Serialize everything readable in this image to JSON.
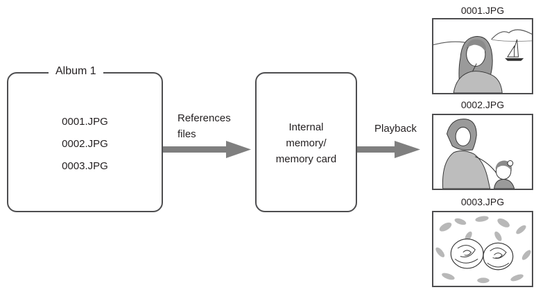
{
  "album": {
    "title": "Album 1",
    "files": [
      "0001.JPG",
      "0002.JPG",
      "0003.JPG"
    ]
  },
  "arrow_references": {
    "line1": "References",
    "line2": "files"
  },
  "memory": {
    "line1": "Internal",
    "line2": "memory/",
    "line3": "memory card"
  },
  "arrow_playback": {
    "label": "Playback"
  },
  "thumbnails": [
    {
      "caption": "0001.JPG",
      "icon": "woman-with-sailboat-image"
    },
    {
      "caption": "0002.JPG",
      "icon": "mother-and-child-image"
    },
    {
      "caption": "0003.JPG",
      "icon": "flowers-image"
    }
  ],
  "colors": {
    "box_border": "#4d4d4f",
    "arrow": "#7f7f7f",
    "text": "#231f20"
  }
}
